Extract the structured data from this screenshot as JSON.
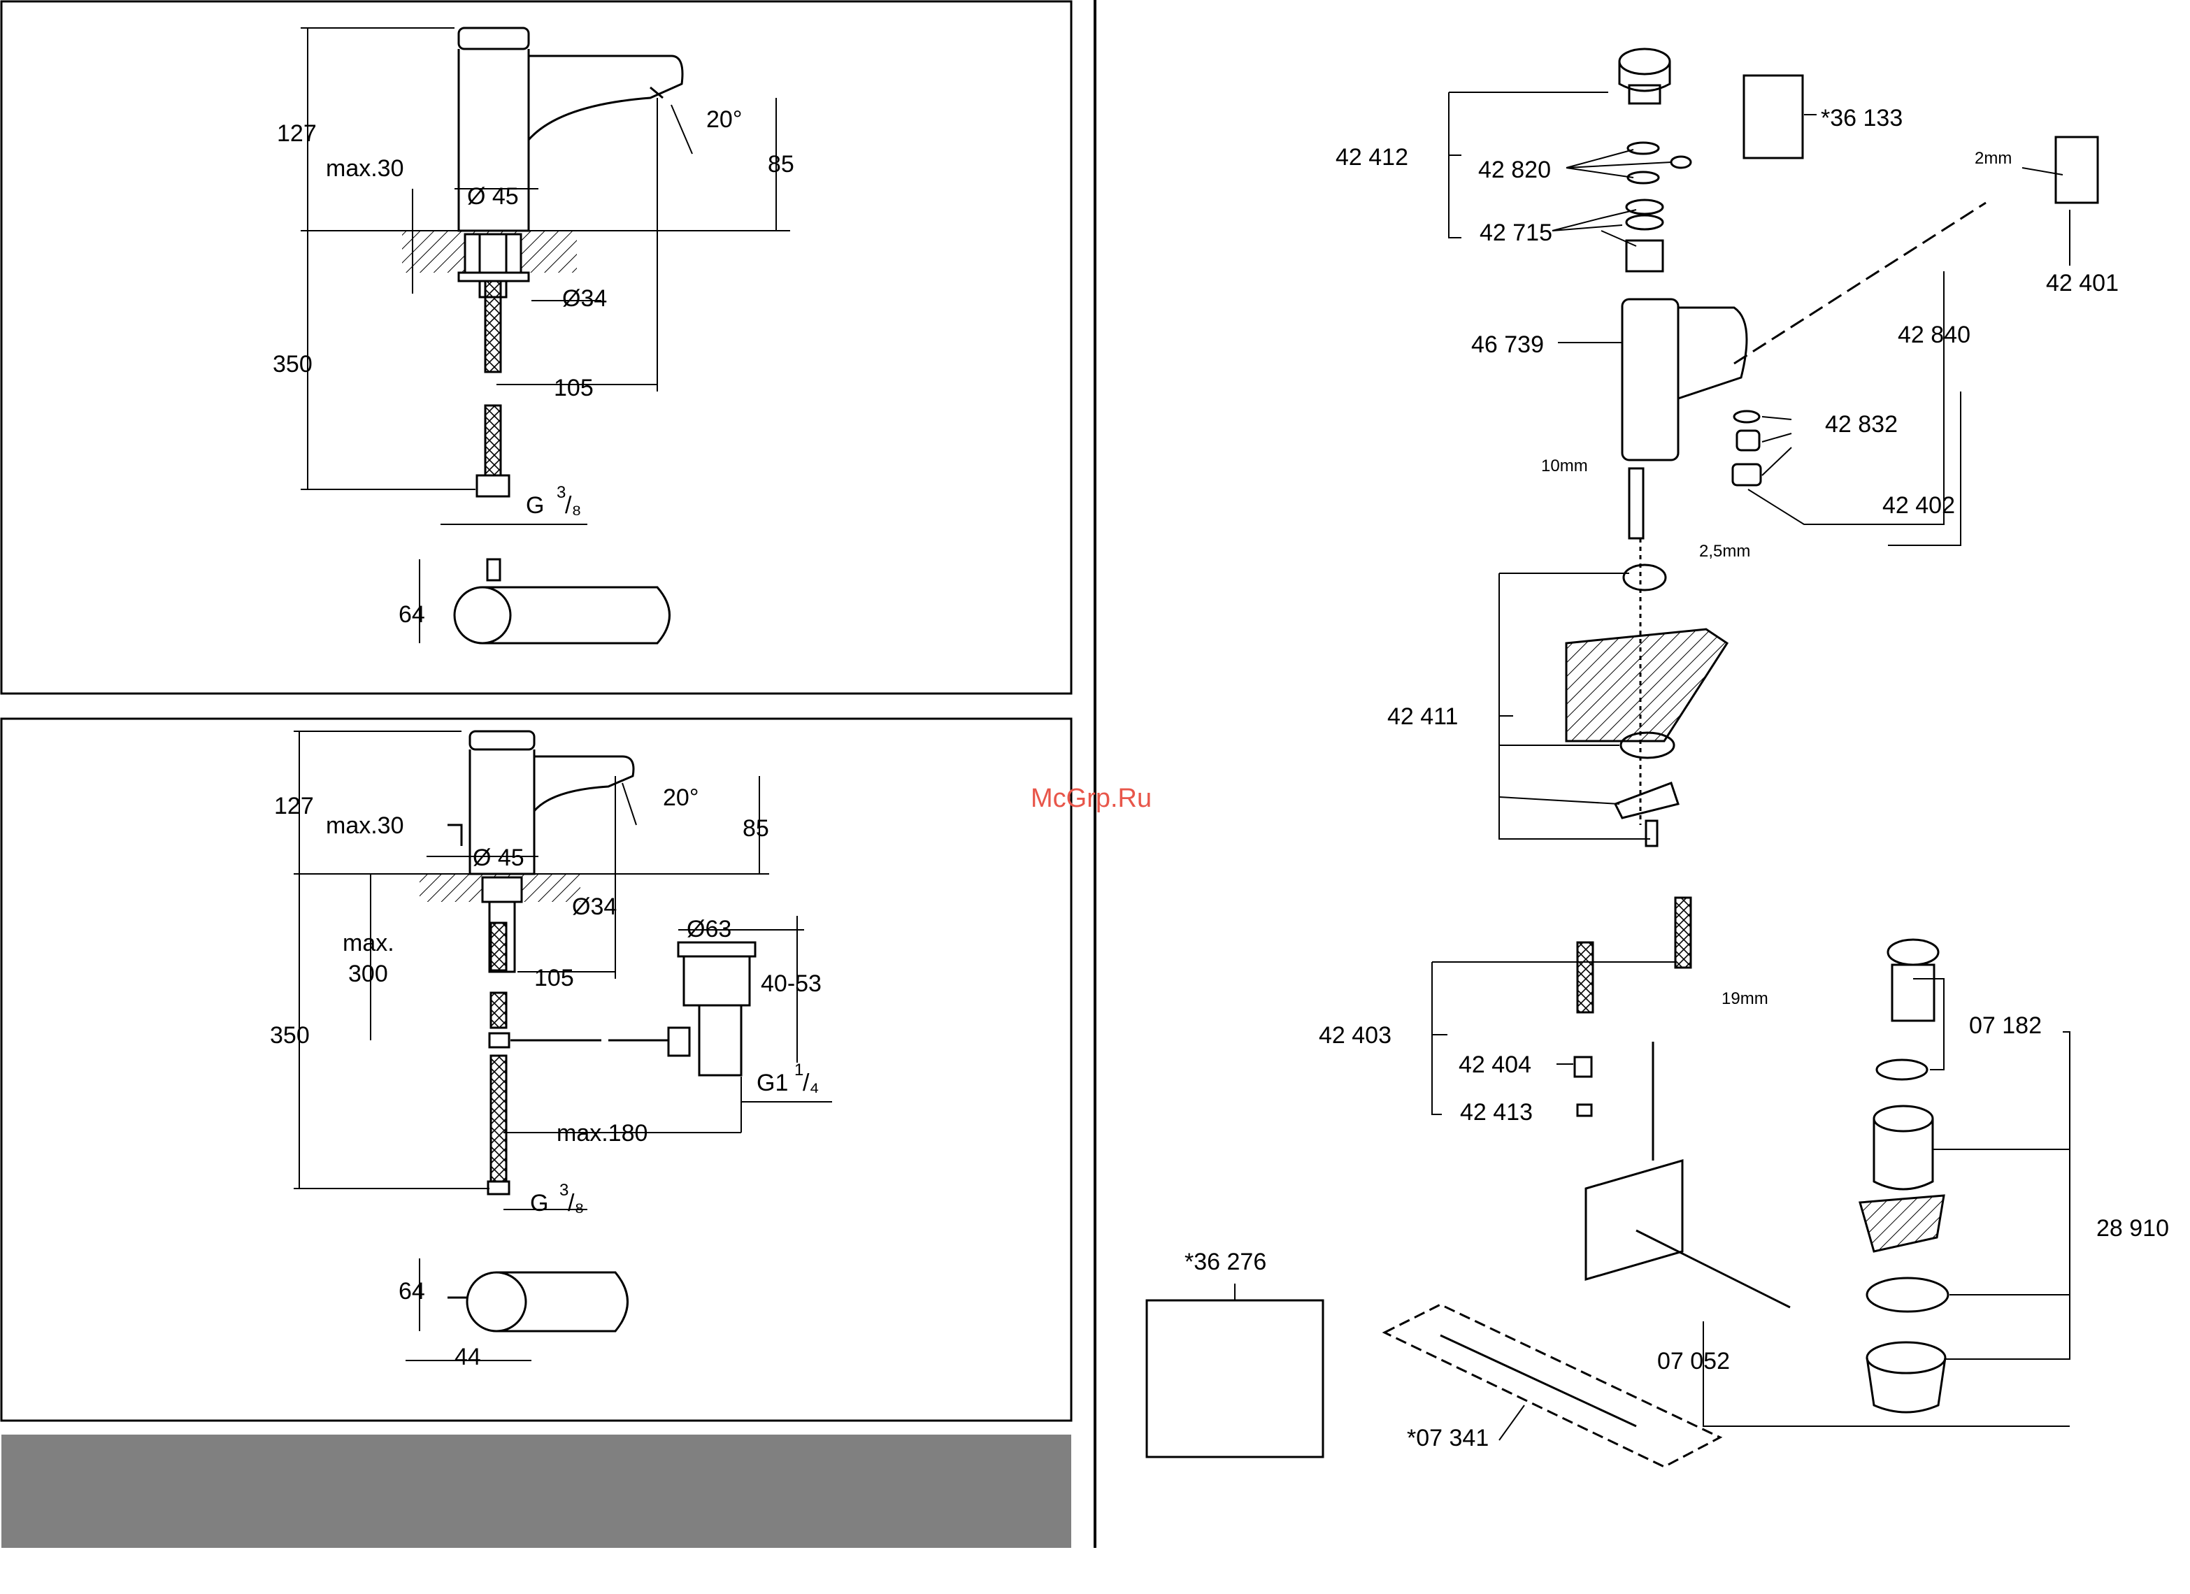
{
  "panel_top": {
    "dims": {
      "h127": "127",
      "max30": "max.30",
      "d45": "Ø 45",
      "d34": "Ø34",
      "h350": "350",
      "w105": "105",
      "angle": "20°",
      "h85": "85",
      "thread_g": "G",
      "thread_sup": "3",
      "thread_sub": "/₈",
      "w64": "64"
    }
  },
  "panel_bottom": {
    "dims": {
      "h127": "127",
      "max30": "max.30",
      "d45": "Ø 45",
      "d34": "Ø34",
      "max": "max.",
      "h300": "300",
      "h350": "350",
      "w105": "105",
      "angle": "20°",
      "h85": "85",
      "d63": "Ø63",
      "r4053": "40-53",
      "g1": "G1",
      "g1_sup": "1",
      "g1_sub": "/₄",
      "max180": "max.180",
      "thread_g": "G",
      "thread_sup": "3",
      "thread_sub": "/₈",
      "w64": "64",
      "w44": "44"
    }
  },
  "parts": {
    "p42412": "42 412",
    "p42820": "42 820",
    "p42715": "42 715",
    "p36133": "*36 133",
    "p2mm": "2mm",
    "p42401": "42 401",
    "p46739": "46 739",
    "p42840": "42 840",
    "p42832": "42 832",
    "p10mm": "10mm",
    "p25mm": "2,5mm",
    "p42402": "42 402",
    "p42411": "42 411",
    "p42403": "42 403",
    "p42404": "42 404",
    "p42413": "42 413",
    "p19mm": "19mm",
    "p07182": "07 182",
    "p28910": "28 910",
    "p36276": "*36 276",
    "p07052": "07 052",
    "p07341": "*07 341"
  },
  "watermark": "McGrp.Ru"
}
